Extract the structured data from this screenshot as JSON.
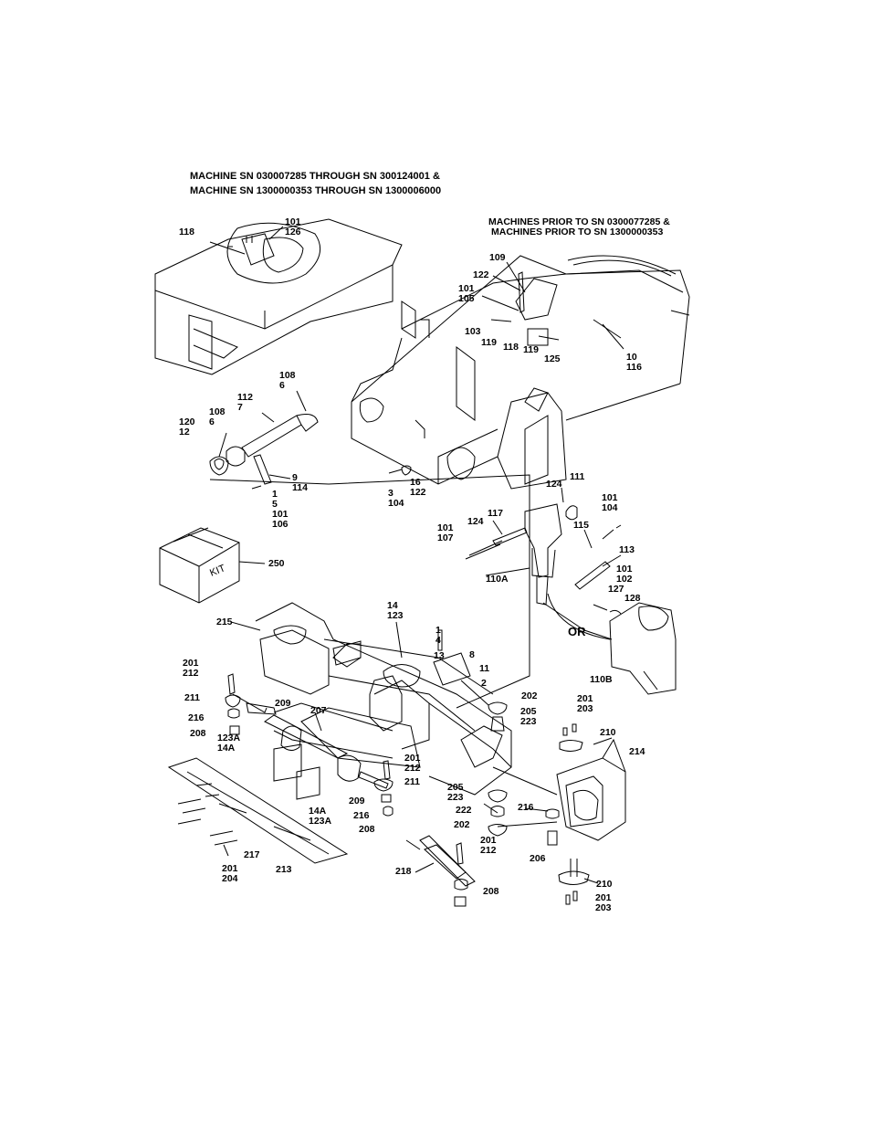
{
  "headers": {
    "left_line1": "MACHINE SN 030007285 THROUGH SN 300124001 &",
    "left_line2": "MACHINE SN 1300000353 THROUGH SN 1300006000",
    "right_line1": "MACHINES PRIOR TO SN 0300077285 &",
    "right_line2": "MACHINES PRIOR TO SN 1300000353"
  },
  "or_label": "OR",
  "kit_text": "KIT",
  "callouts": [
    "118",
    "101\n126",
    "109",
    "122",
    "101\n105",
    "103",
    "119",
    "118",
    "119",
    "125",
    "10\n116",
    "108\n6",
    "112\n7",
    "108\n6",
    "120\n12",
    "9\n114",
    "1\n5\n101\n106",
    "16\n122",
    "3\n104",
    "124",
    "111",
    "117",
    "124",
    "101\n107",
    "110A",
    "101\n104",
    "115",
    "113",
    "101\n102",
    "127",
    "128",
    "110B",
    "250",
    "215",
    "14\n123",
    "1\n4",
    "13",
    "8",
    "11",
    "2",
    "201\n212",
    "211",
    "216",
    "208",
    "209",
    "207",
    "123A\n14A",
    "202",
    "205\n223",
    "201\n203",
    "210",
    "214",
    "201\n212",
    "211",
    "209",
    "216",
    "208",
    "14A\n123A",
    "205\n223",
    "222",
    "202",
    "216",
    "206",
    "201\n212",
    "218",
    "208",
    "217",
    "201\n204",
    "213",
    "210",
    "201\n203"
  ]
}
